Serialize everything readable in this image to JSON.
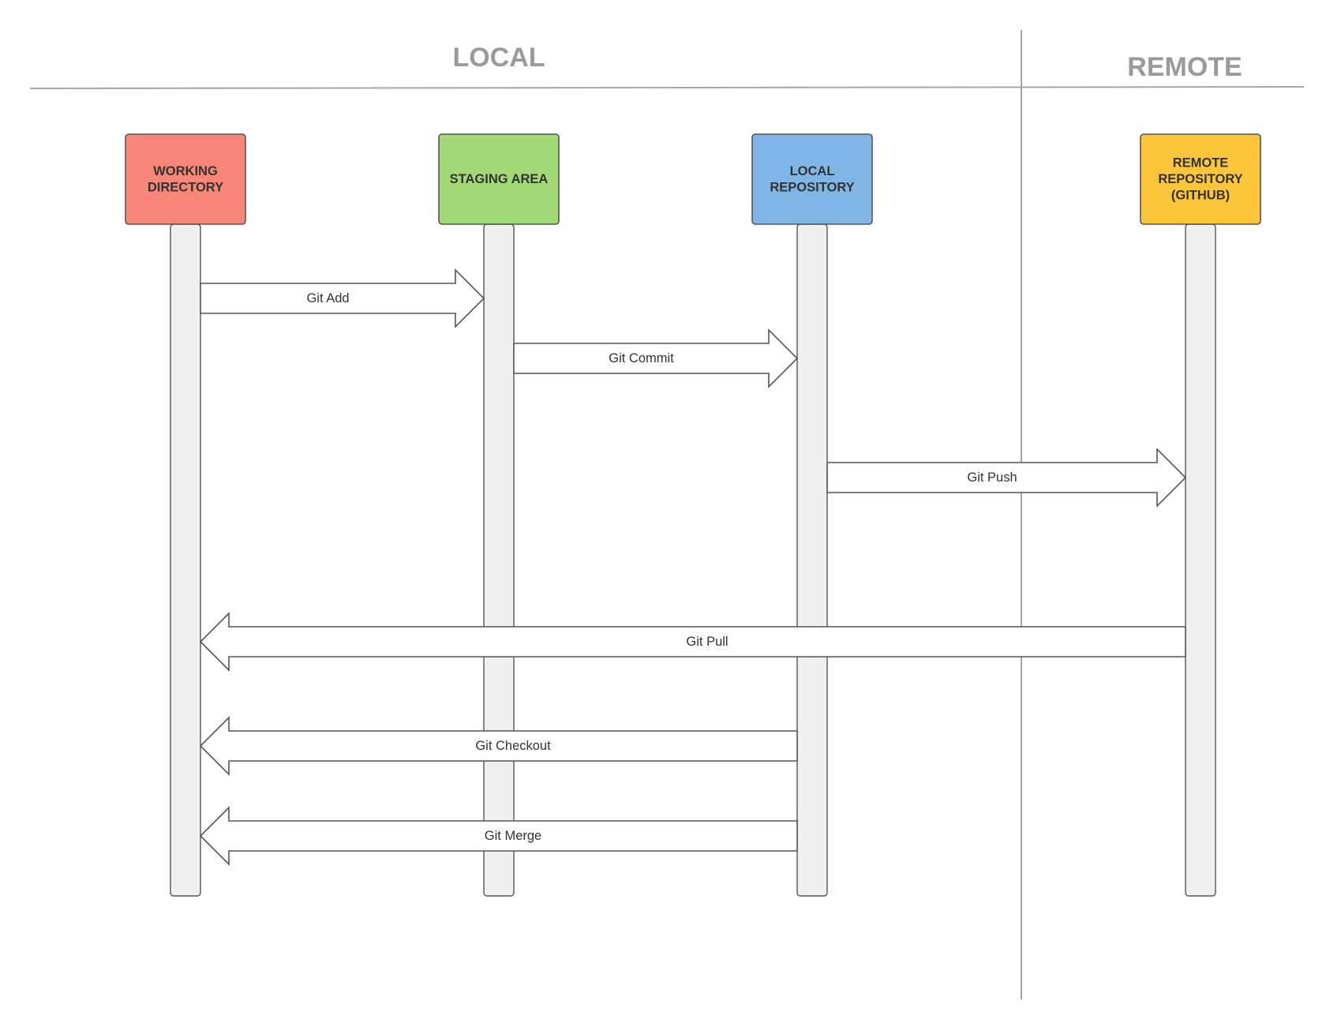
{
  "regions": {
    "local": "LOCAL",
    "remote": "REMOTE"
  },
  "nodes": [
    {
      "id": "working-directory",
      "lines": [
        "WORKING",
        "DIRECTORY"
      ],
      "color": "#f8877a"
    },
    {
      "id": "staging-area",
      "lines": [
        "STAGING AREA"
      ],
      "color": "#a3d977"
    },
    {
      "id": "local-repository",
      "lines": [
        "LOCAL",
        "REPOSITORY"
      ],
      "color": "#7fb6e6"
    },
    {
      "id": "remote-repository",
      "lines": [
        "REMOTE",
        "REPOSITORY",
        "(GITHUB)"
      ],
      "color": "#fbc63a"
    }
  ],
  "messages": [
    {
      "id": "git-add",
      "label": "Git Add",
      "from": 0,
      "to": 1
    },
    {
      "id": "git-commit",
      "label": "Git Commit",
      "from": 1,
      "to": 2
    },
    {
      "id": "git-push",
      "label": "Git Push",
      "from": 2,
      "to": 3
    },
    {
      "id": "git-pull",
      "label": "Git Pull",
      "from": 3,
      "to": 0
    },
    {
      "id": "git-checkout",
      "label": "Git Checkout",
      "from": 2,
      "to": 0
    },
    {
      "id": "git-merge",
      "label": "Git Merge",
      "from": 2,
      "to": 0
    }
  ]
}
